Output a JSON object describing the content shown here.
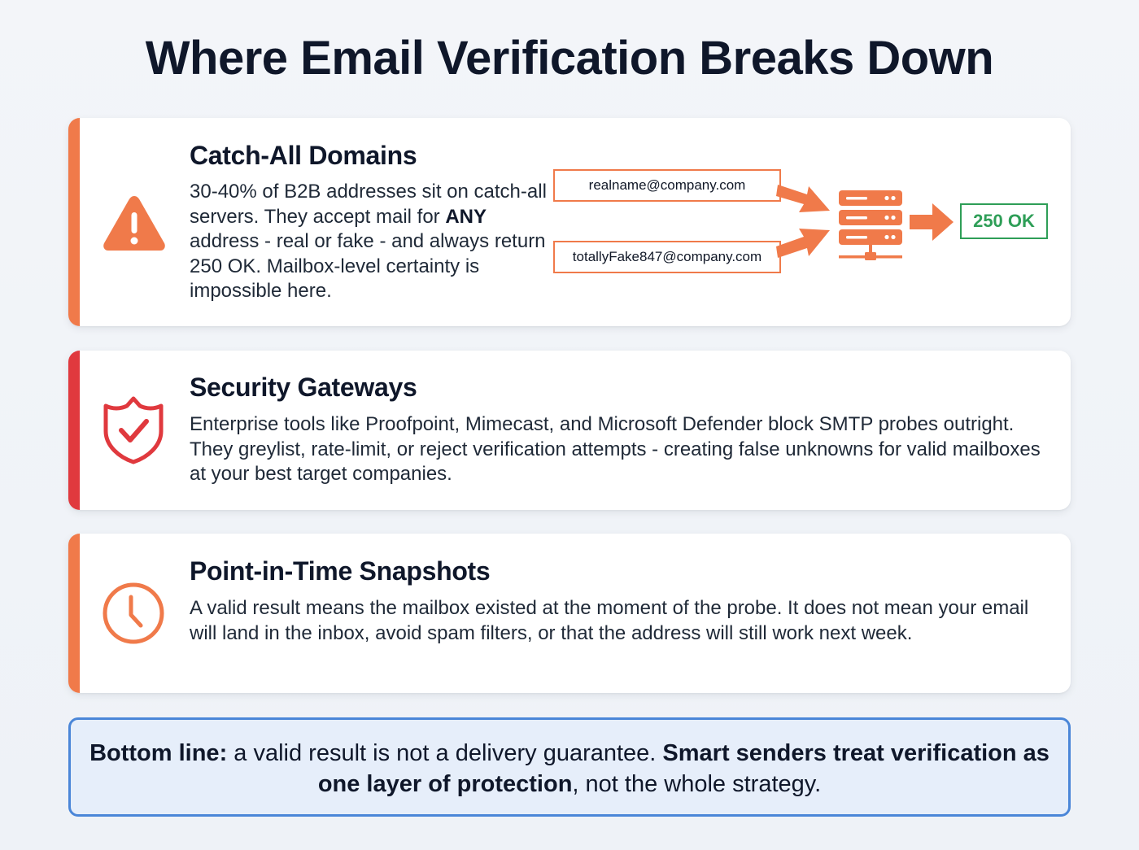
{
  "title": "Where Email Verification Breaks Down",
  "colors": {
    "orange": "#f07a4a",
    "red": "#e0393e",
    "green": "#2e9e57",
    "blue_border": "#4a86d8",
    "blue_bg": "#e6eefa",
    "text_dark": "#0f172a"
  },
  "cards": [
    {
      "id": "catch-all",
      "icon": "warning-triangle-icon",
      "accent": "#f07a4a",
      "heading": "Catch-All Domains",
      "body_parts": {
        "p1": "30-40% of B2B addresses sit on catch-all servers. They accept mail for ",
        "bold": "ANY",
        "p2": " address - real or fake - and always return 250 OK. Mailbox-level certainty is impossible here."
      },
      "diagram": {
        "inputs": [
          "realname@company.com",
          "totallyFake847@company.com"
        ],
        "server_icon": "server-icon",
        "result": "250 OK"
      }
    },
    {
      "id": "security-gateways",
      "icon": "shield-check-icon",
      "accent": "#e0393e",
      "heading": "Security Gateways",
      "body": "Enterprise tools like Proofpoint, Mimecast, and Microsoft Defender block SMTP probes outright. They greylist, rate-limit, or reject verification attempts - creating false unknowns for valid mailboxes at your best target companies."
    },
    {
      "id": "point-in-time",
      "icon": "clock-icon",
      "accent": "#f07a4a",
      "heading": "Point-in-Time Snapshots",
      "body": "A valid result means the mailbox existed at the moment of the probe. It does not mean your email will land in the inbox, avoid spam filters, or that the address will still work next week."
    }
  ],
  "bottom_line": {
    "bold1": "Bottom line:",
    "text1": " a valid result is not a delivery guarantee. ",
    "bold2": "Smart senders treat verification as one layer of protection",
    "text2": ", not the whole strategy."
  }
}
